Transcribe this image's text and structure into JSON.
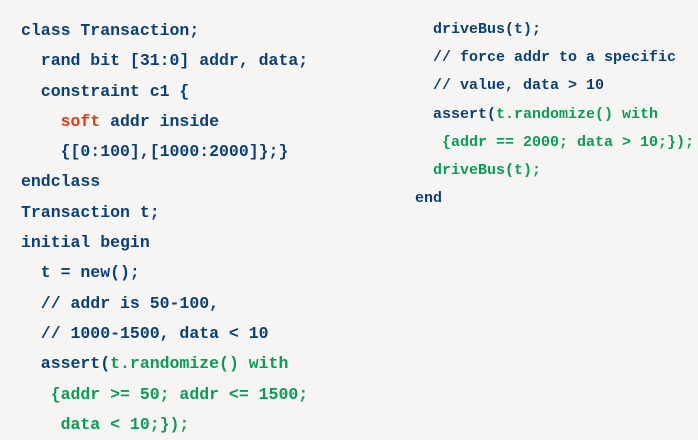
{
  "colors": {
    "navy": "#0a4075",
    "green": "#0b9b55",
    "red": "#e2391b",
    "background": "#f6f5f3"
  },
  "code": {
    "language": "systemverilog",
    "left_column": {
      "lines": [
        {
          "segments": [
            {
              "text": "class Transaction;",
              "color": "navy"
            }
          ]
        },
        {
          "segments": [
            {
              "text": "  rand bit [31:0] addr, data;",
              "color": "navy"
            }
          ]
        },
        {
          "segments": [
            {
              "text": "  constraint c1 {",
              "color": "navy"
            }
          ]
        },
        {
          "segments": [
            {
              "text": "    ",
              "color": "navy"
            },
            {
              "text": "soft",
              "color": "red"
            },
            {
              "text": " addr inside",
              "color": "navy"
            }
          ]
        },
        {
          "segments": [
            {
              "text": "    {[0:100],[1000:2000]};}",
              "color": "navy"
            }
          ]
        },
        {
          "segments": [
            {
              "text": "endclass",
              "color": "navy"
            }
          ]
        },
        {
          "segments": [
            {
              "text": "Transaction t;",
              "color": "navy"
            }
          ]
        },
        {
          "segments": [
            {
              "text": "initial begin",
              "color": "navy"
            }
          ]
        },
        {
          "segments": [
            {
              "text": "  t = new();",
              "color": "navy"
            }
          ]
        },
        {
          "segments": [
            {
              "text": "  // addr is 50-100,",
              "color": "navy"
            }
          ]
        },
        {
          "segments": [
            {
              "text": "  // 1000-1500, data < 10",
              "color": "navy"
            }
          ]
        },
        {
          "segments": [
            {
              "text": "  assert(",
              "color": "navy"
            },
            {
              "text": "t.randomize() with",
              "color": "green"
            }
          ]
        },
        {
          "segments": [
            {
              "text": "   {addr >= 50; addr <= 1500;",
              "color": "green"
            }
          ]
        },
        {
          "segments": [
            {
              "text": "    data < 10;});",
              "color": "green"
            }
          ]
        }
      ]
    },
    "right_column": {
      "lines": [
        {
          "segments": [
            {
              "text": "  driveBus(t);",
              "color": "navy"
            }
          ]
        },
        {
          "segments": [
            {
              "text": "  // force addr to a specific",
              "color": "navy"
            }
          ]
        },
        {
          "segments": [
            {
              "text": "  // value, data > 10",
              "color": "navy"
            }
          ]
        },
        {
          "segments": [
            {
              "text": "  assert(",
              "color": "navy"
            },
            {
              "text": "t.randomize() with",
              "color": "green"
            }
          ]
        },
        {
          "segments": [
            {
              "text": "   {addr == 2000; data > 10;});",
              "color": "green"
            }
          ]
        },
        {
          "segments": [
            {
              "text": "  driveBus(t);",
              "color": "green"
            }
          ]
        },
        {
          "segments": [
            {
              "text": "end",
              "color": "navy"
            }
          ]
        }
      ]
    }
  }
}
